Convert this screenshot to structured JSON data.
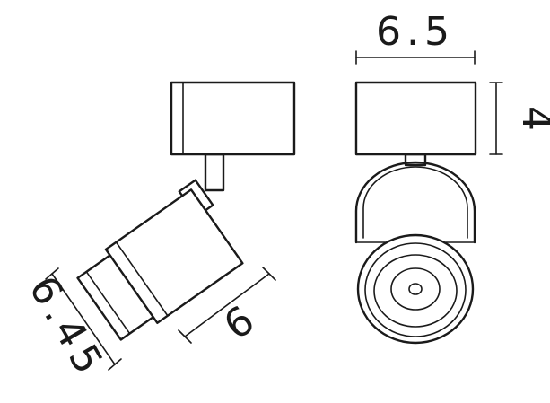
{
  "dimensions": {
    "front_width": "6.5",
    "front_height": "4",
    "side_head_length": "6",
    "side_head_diameter": "6.45"
  },
  "line_color": "#1a1a1a",
  "background_color": "#ffffff"
}
